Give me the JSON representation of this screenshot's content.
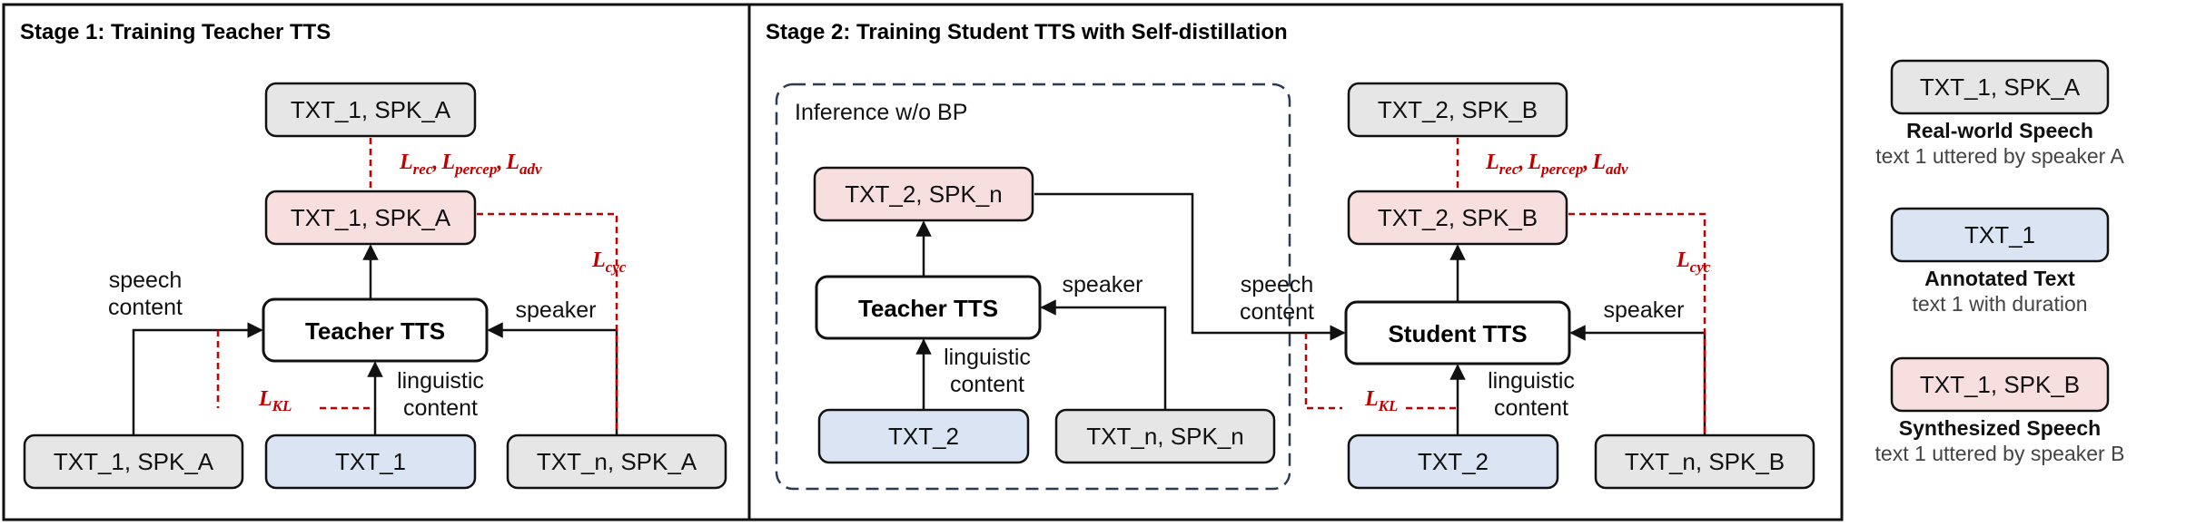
{
  "stage1": {
    "title": "Stage 1: Training Teacher TTS",
    "top_box": "TXT_1, SPK_A",
    "mid_box": "TXT_1, SPK_A",
    "model": "Teacher TTS",
    "in_left": "TXT_1, SPK_A",
    "in_mid": "TXT_1",
    "in_right": "TXT_n, SPK_A",
    "lbl_speech": "speech",
    "lbl_content": "content",
    "lbl_speaker": "speaker",
    "lbl_linguistic": "linguistic",
    "lbl_lcontent": "content"
  },
  "stage2": {
    "title": "Stage 2: Training Student TTS with Self-distillation",
    "inference_label": "Inference w/o BP",
    "teacher_out": "TXT_2, SPK_n",
    "teacher_model": "Teacher TTS",
    "teacher_in_txt": "TXT_2",
    "teacher_in_spk": "TXT_n, SPK_n",
    "t_lbl_speaker": "speaker",
    "t_lbl_linguistic": "linguistic",
    "t_lbl_content": "content",
    "top_box": "TXT_2, SPK_B",
    "mid_box": "TXT_2, SPK_B",
    "student_model": "Student TTS",
    "student_in_txt": "TXT_2",
    "student_in_spk": "TXT_n, SPK_B",
    "s_lbl_speech": "speech",
    "s_lbl_content": "content",
    "s_lbl_speaker": "speaker",
    "s_lbl_linguistic": "linguistic",
    "s_lbl_lcontent": "content"
  },
  "losses": {
    "rec": "L",
    "rec_sub": "rec",
    "percep": "L",
    "percep_sub": "percep",
    "adv": "L",
    "adv_sub": "adv",
    "cyc": "L",
    "cyc_sub": "cyc",
    "kl": "L",
    "kl_sub": "KL",
    "sep": ","
  },
  "legend": {
    "real_box": "TXT_1, SPK_A",
    "real_title": "Real-world Speech",
    "real_desc": "text 1 uttered by speaker A",
    "text_box": "TXT_1",
    "text_title": "Annotated Text",
    "text_desc": "text 1 with duration",
    "synth_box": "TXT_1, SPK_B",
    "synth_title": "Synthesized Speech",
    "synth_desc": "text 1 uttered by speaker B"
  },
  "colors": {
    "real": "#e6e6e6",
    "synth": "#f7dfe0",
    "text": "#dbe4f3",
    "loss": "#c00000"
  }
}
